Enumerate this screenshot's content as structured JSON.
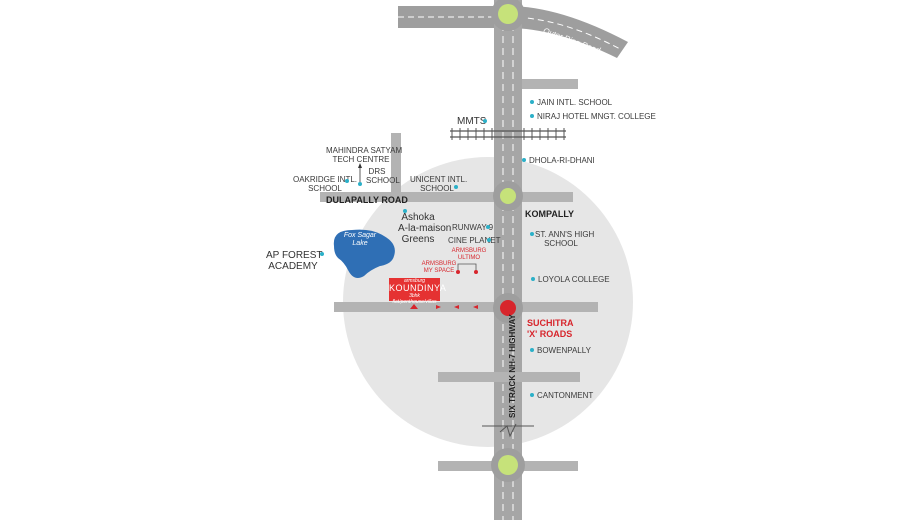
{
  "map": {
    "roads": {
      "outer_ring_road": "Outer Ring Road",
      "dulapally_road": "DULAPALLY ROAD",
      "highway": "SIX TRACK NH-7 HIGHWAY"
    },
    "junctions": {
      "kompally": "KOMPALLY",
      "suchitra_line1": "SUCHITRA",
      "suchitra_line2": "'X' ROADS"
    },
    "landmarks": {
      "jain": "JAIN INTL. SCHOOL",
      "niraj": "NIRAJ HOTEL  MNGT. COLLEGE",
      "mmts": "MMTS",
      "dhola": "DHOLA-RI-DHANI",
      "mahindra_1": "MAHINDRA SATYAM",
      "mahindra_2": "TECH CENTRE",
      "drs_1": "DRS",
      "drs_2": "SCHOOL",
      "oakridge_1": "OAKRIDGE INTL.",
      "oakridge_2": "SCHOOL",
      "unicent_1": "UNICENT INTL.",
      "unicent_2": "SCHOOL",
      "ashoka_1": "Ashoka",
      "ashoka_2": "A-la-maison",
      "ashoka_3": "Greens",
      "runway": "RUNWAY-9",
      "cine": "CINE PLANET",
      "st_anns_1": "ST. ANN'S HIGH",
      "st_anns_2": "SCHOOL",
      "loyola": "LOYOLA  COLLEGE",
      "bowenpally": "BOWENPALLY",
      "cantonment": "CANTONMENT",
      "ap_forest_1": "AP FOREST",
      "ap_forest_2": "ACADEMY",
      "fox_sagar_1": "Fox Sagar",
      "fox_sagar_2": "Lake",
      "armsburg_ultimo_1": "ARMSBURG",
      "armsburg_ultimo_2": "ULTIMO",
      "armsburg_myspace_1": "ARMSBURG",
      "armsburg_myspace_2": "MY SPACE"
    },
    "project": {
      "brand": "armsburg",
      "name": "KOUNDINYA",
      "tagline": "3bhk flat/penthouse/villas"
    },
    "colors": {
      "road": "#b3b3b3",
      "highlight_circle": "#e6e6e6",
      "junction_green": "#c6e27a",
      "junction_red": "#d7252c",
      "lake": "#2f6fb5",
      "marker_dot": "#2bb0c8",
      "project_box": "#e53232"
    }
  }
}
